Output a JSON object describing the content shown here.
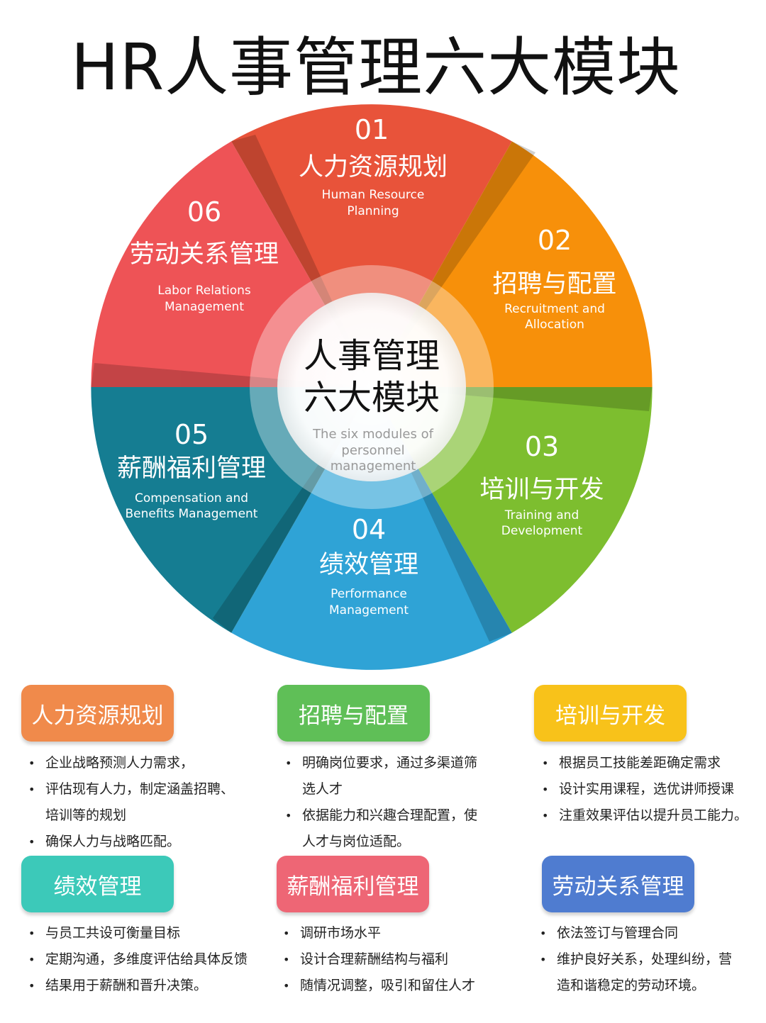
{
  "title": "HR人事管理六大模块",
  "wheel": {
    "center": {
      "title_line1": "人事管理",
      "title_line2": "六大模块",
      "subtitle_line1": "The six modules of",
      "subtitle_line2": "personnel",
      "subtitle_line3": "management"
    },
    "segments": [
      {
        "num": "01",
        "cn": "人力资源规划",
        "en1": "Human Resource",
        "en2": "Planning",
        "color": "#E8533A"
      },
      {
        "num": "02",
        "cn": "招聘与配置",
        "en1": "Recruitment and",
        "en2": "Allocation",
        "color": "#F7900A"
      },
      {
        "num": "03",
        "cn": "培训与开发",
        "en1": "Training and",
        "en2": "Development",
        "color": "#7DBE2F"
      },
      {
        "num": "04",
        "cn": "绩效管理",
        "en1": "Performance",
        "en2": "Management",
        "color": "#2FA3D6"
      },
      {
        "num": "05",
        "cn": "薪酬福利管理",
        "en1": "Compensation and",
        "en2": "Benefits Management",
        "color": "#157D92"
      },
      {
        "num": "06",
        "cn": "劳动关系管理",
        "en1": "Labor Relations",
        "en2": "Management",
        "color": "#EE5356"
      }
    ]
  },
  "modules": [
    {
      "label": "人力资源规划",
      "color": "#F08A4B",
      "bullets": [
        "企业战略预测人力需求，",
        "评估现有人力，制定涵盖招聘、",
        "培训等的规划",
        "确保人力与战略匹配。"
      ]
    },
    {
      "label": "招聘与配置",
      "color": "#5FBF57",
      "bullets": [
        "明确岗位要求，通过多渠道筛",
        "选人才",
        "依据能力和兴趣合理配置，使",
        "人才与岗位适配。"
      ]
    },
    {
      "label": "培训与开发",
      "color": "#F8C21A",
      "bullets": [
        "根据员工技能差距确定需求",
        "设计实用课程，选优讲师授课",
        "注重效果评估以提升员工能力。"
      ]
    },
    {
      "label": "绩效管理",
      "color": "#3CC9B9",
      "bullets": [
        "与员工共设可衡量目标",
        "定期沟通，多维度评估给具体反馈",
        "结果用于薪酬和晋升决策。"
      ]
    },
    {
      "label": "薪酬福利管理",
      "color": "#EE6675",
      "bullets": [
        "调研市场水平",
        "设计合理薪酬结构与福利",
        "随情况调整，吸引和留住人才"
      ]
    },
    {
      "label": "劳动关系管理",
      "color": "#4F7CD0",
      "bullets": [
        "依法签订与管理合同",
        "维护良好关系，处理纠纷，营",
        "造和谐稳定的劳动环境。"
      ]
    }
  ]
}
